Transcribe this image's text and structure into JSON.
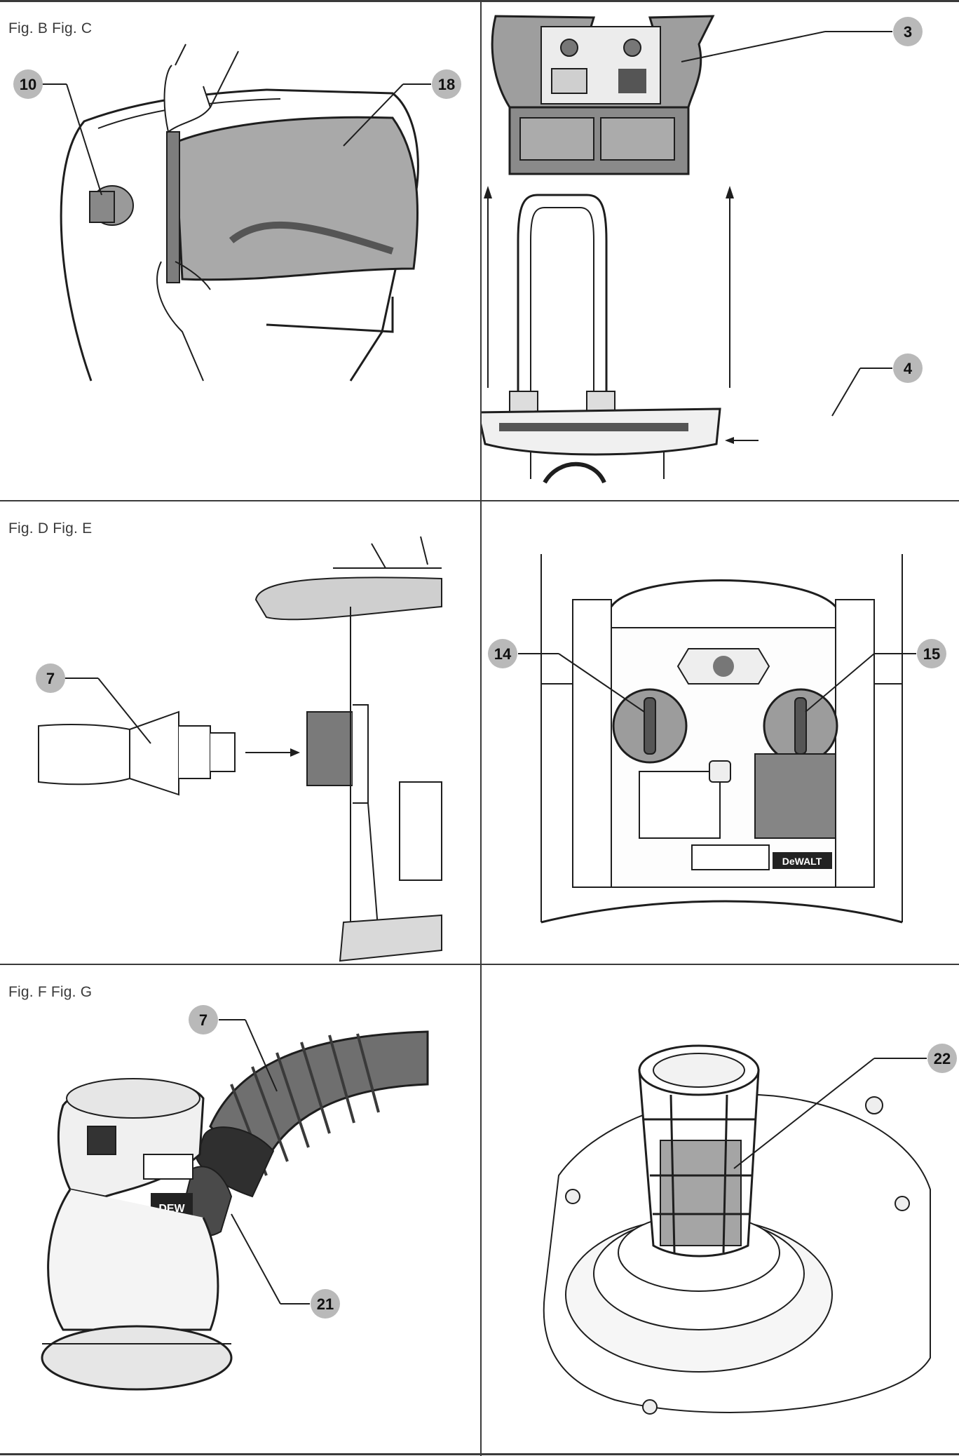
{
  "figures": [
    {
      "caption": "Fig. B Fig. C",
      "callouts": [
        "10",
        "18"
      ]
    },
    {
      "caption": "",
      "callouts": [
        "3",
        "4"
      ]
    },
    {
      "caption": "Fig. D Fig. E",
      "callouts": [
        "7"
      ]
    },
    {
      "caption": "",
      "callouts": [
        "14",
        "15"
      ]
    },
    {
      "caption": "Fig. F Fig. G",
      "callouts": [
        "7",
        "21"
      ]
    },
    {
      "caption": "",
      "callouts": [
        "22"
      ]
    }
  ],
  "brand_marks": [
    "DeWALT",
    "DEW"
  ],
  "colors": {
    "rule": "#3a3a3a",
    "callout_badge": "#b9b9b9",
    "line_art": "#1e1e1e",
    "shading": "#8e8e8e"
  }
}
